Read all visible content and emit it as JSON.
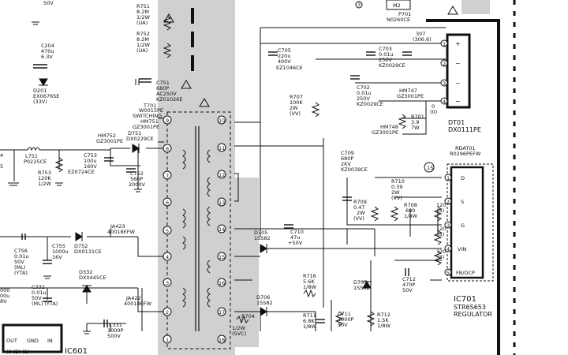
{
  "diagram": {
    "labels": {
      "top_cap": "50V",
      "r751": [
        "R751",
        "8.2M",
        "1/2W",
        "(UA)"
      ],
      "r752": [
        "R752",
        "8.2M",
        "1/2W",
        "(UA)"
      ],
      "c204": [
        "C204",
        "470u",
        "6.3V"
      ],
      "d201": [
        "D201",
        "EX0676SE",
        "(33V)"
      ],
      "c751": [
        "C751",
        "680P",
        "AC250V",
        "KZ01026E"
      ],
      "t701": [
        "T701",
        "W0015PE",
        "SWITCHING"
      ],
      "hm751": "HM751",
      "gz3001pe_a": "GZ3001PE",
      "hm752": [
        "HM752",
        "GZ3001PE"
      ],
      "d751": [
        "D751",
        "DX0229CE"
      ],
      "l751": [
        "L751",
        "P0225CE"
      ],
      "c753": [
        "C753",
        "100u",
        "160V",
        "EZ0724CE"
      ],
      "c752": [
        "C752",
        "560P",
        "2000V"
      ],
      "r753": [
        "R753",
        "120K",
        "1/2W"
      ],
      "c705": [
        "C705",
        "220u",
        "400V",
        "EZ1046CE"
      ],
      "r707": [
        "R707",
        "100K",
        "2W",
        "(VV)"
      ],
      "c703": [
        "C703",
        "0.01u",
        "250V",
        "KZ0029CE"
      ],
      "c703_top": [
        "307",
        "(306.6)"
      ],
      "c702": [
        "C702",
        "0.01u",
        "250V",
        "KZ0029CE"
      ],
      "hm747": [
        "HM747",
        "GZ3001PE"
      ],
      "hm748": [
        "HM748",
        "GZ3001PE"
      ],
      "r701": [
        "R701",
        "3.9",
        "7W"
      ],
      "pin_0": [
        "0",
        "(0)"
      ],
      "m2": "M2",
      "p701": [
        "P701",
        "N0260CE"
      ],
      "dt01": [
        "DT01",
        "DX0111PE"
      ],
      "rdat01": [
        "RDAT01",
        "R0296PEFW"
      ],
      "c709": [
        "C709",
        "680P",
        "2KV",
        "KZ0039CE"
      ],
      "r710": [
        "R710",
        "0.39",
        "2W",
        "(VV)"
      ],
      "r709": [
        "R709",
        "0.47",
        "2W",
        "(VV)"
      ],
      "r708": [
        "R708",
        "680",
        "1/8W"
      ],
      "c710": [
        "C710",
        "47u",
        "+50V"
      ],
      "d705": [
        "D705",
        "1SS82"
      ],
      "ja423": [
        "JA423",
        "40018EFW"
      ],
      "c756": [
        "C756",
        "0.01u",
        "50V",
        "(ML)",
        "(YTA)"
      ],
      "c755": [
        "C755",
        "1000u",
        "16V"
      ],
      "d752": [
        "D752",
        "DX0131CE"
      ],
      "d332": [
        "D332",
        "DX0445CE"
      ],
      "c332": [
        "C332",
        "0.01u",
        "50V",
        "(ML) (YTA)"
      ],
      "left_cut_a": [
        "4",
        "5"
      ],
      "left_cut_b": [
        "000",
        "00u",
        "8V"
      ],
      "ja422": [
        "JA422",
        "40018EFW"
      ],
      "c331": [
        "C331",
        "1000P",
        "500V"
      ],
      "r716": [
        "R716",
        "5.6K",
        "1/8W"
      ],
      "d706": [
        "D706",
        "1SS82"
      ],
      "r711": [
        "R711",
        "6.8K",
        "1/8W"
      ],
      "r704": [
        "R704",
        "1/2W",
        "(SVC)"
      ],
      "c711": [
        "C711",
        "1000P",
        "50V"
      ],
      "d707": [
        "D707",
        "1SS82"
      ],
      "r712": [
        "R712",
        "1.5K",
        "1/8W"
      ],
      "c712": [
        "C712",
        "470P",
        "50V"
      ],
      "r_120": [
        "120",
        "(3)"
      ],
      "ic701": [
        "IC701",
        "STR6S653",
        "REGULATOR"
      ],
      "ic601": "IC601",
      "ic601_pins": [
        "OUT",
        "GND",
        "IN"
      ],
      "ic601_pin_nums": "(3 (2) (1)",
      "node_15": "15",
      "dt01_pins": [
        "+",
        "~",
        "~",
        "−"
      ],
      "dt01_nums": [
        "1",
        "2",
        "3",
        "4"
      ],
      "ic701_pins": [
        "D",
        "S",
        "G",
        "VIN",
        "FB/OCP"
      ],
      "ic701_nums": [
        "1",
        "2",
        "3",
        "4",
        "5"
      ],
      "t701_left_nums": [
        "9",
        "8",
        "7",
        "6",
        "5",
        "4",
        "3",
        "2",
        "1"
      ],
      "t701_right_nums": [
        "10",
        "11",
        "12",
        "13",
        "14",
        "15",
        "16",
        "17",
        "18"
      ],
      "p701_pin": "3"
    }
  }
}
